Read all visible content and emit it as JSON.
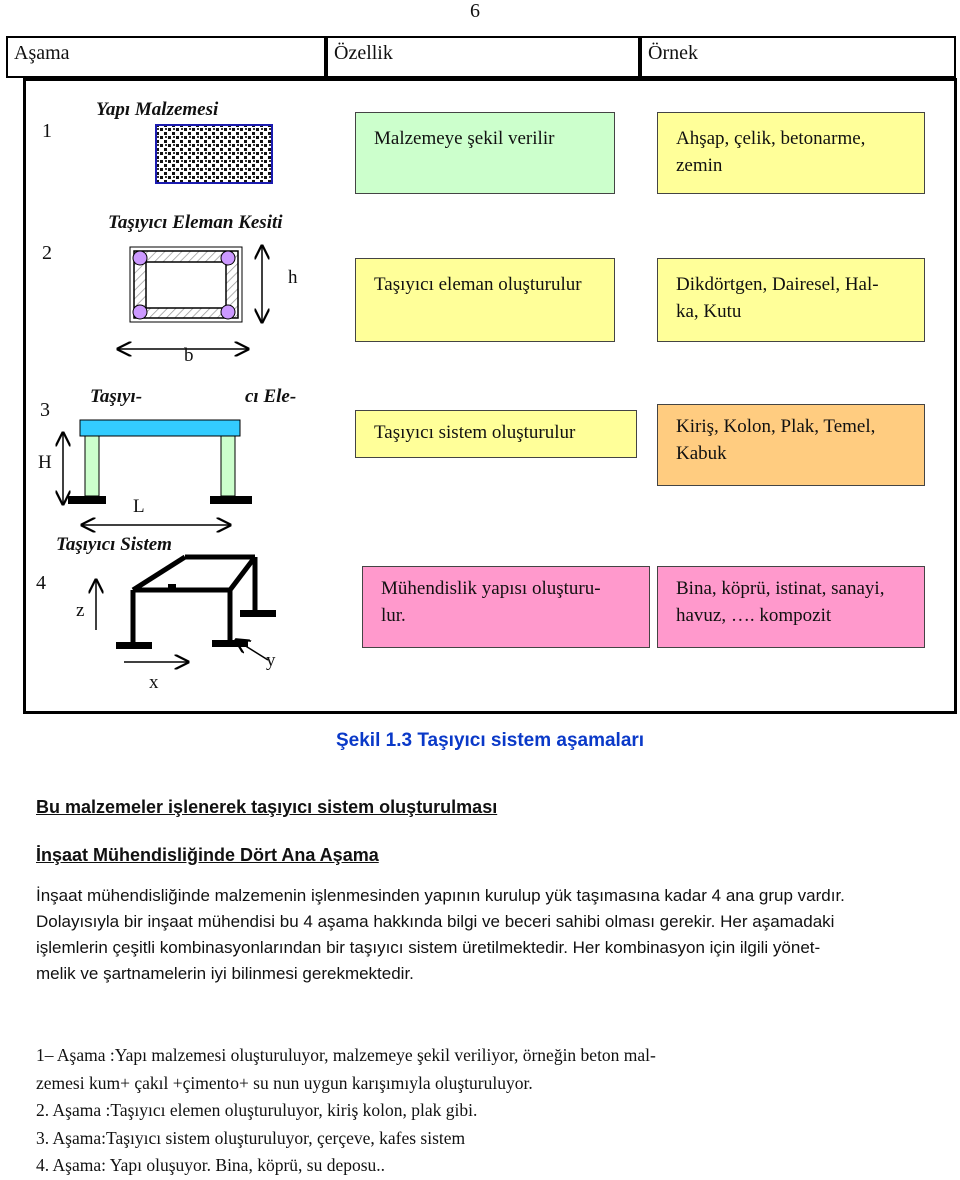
{
  "page_number": "6",
  "table": {
    "headers": [
      "Aşama",
      "Özellik",
      "Örnek"
    ],
    "rows": [
      {
        "num": "1",
        "label": "Yapı Malzemesi",
        "property": "Malzemeye şekil verilir",
        "example_lines": [
          "Ahşap, çelik, betonarme,",
          "zemin"
        ]
      },
      {
        "num": "2",
        "label": "Taşıyıcı Eleman Kesiti",
        "property": "Taşıyıcı eleman oluşturulur",
        "example_lines": [
          "Dikdörtgen, Dairesel, Hal-",
          "ka, Kutu"
        ]
      },
      {
        "num": "3",
        "label_a": "Taşıyı-",
        "label_b": "cı Ele-",
        "property": "Taşıyıcı sistem oluşturulur",
        "example_lines": [
          "Kiriş, Kolon, Plak, Temel,",
          "Kabuk"
        ]
      },
      {
        "num": "4",
        "label": "Taşıyıcı Sistem",
        "property_lines": [
          "Mühendislik yapısı oluşturu-",
          "lur."
        ],
        "example_lines": [
          "Bina, köprü, istinat, sanayi,",
          "havuz, …. kompozit"
        ]
      }
    ],
    "diagram_labels": {
      "h": "h",
      "b": "b",
      "H": "H",
      "L": "L",
      "z": "z",
      "y": "y",
      "x": "x"
    }
  },
  "caption": "Şekil 1.3  Taşıyıcı sistem aşamaları",
  "heading1": "Bu malzemeler işlenerek taşıyıcı sistem oluşturulması",
  "heading2": "İnşaat Mühendisliğinde Dört Ana Aşama",
  "paragraph_lines": [
    "İnşaat mühendisliğinde malzemenin işlenmesinden yapının kurulup yük taşımasına kadar 4 ana grup vardır.",
    "Dolayısıyla bir inşaat mühendisi bu 4 aşama hakkında bilgi ve beceri sahibi olması gerekir. Her aşamadaki",
    "işlemlerin çeşitli kombinasyonlarından bir taşıyıcı sistem üretilmektedir. Her kombinasyon için ilgili yönet-",
    "melik ve şartnamelerin iyi bilinmesi gerekmektedir."
  ],
  "steps": [
    "1– Aşama :Yapı malzemesi oluşturuluyor, malzemeye şekil veriliyor, örneğin beton mal-",
    "zemesi kum+ çakıl +çimento+ su nun uygun karışımıyla oluşturuluyor.",
    "2. Aşama :Taşıyıcı elemen oluşturuluyor, kiriş kolon, plak gibi.",
    "3. Aşama:Taşıyıcı sistem oluşturuluyor, çerçeve,  kafes sistem",
    "4. Aşama: Yapı oluşuyor. Bina, köprü, su deposu.."
  ],
  "colors": {
    "yellow": "#ffff99",
    "green": "#ccffcc",
    "orange": "#ffcc80",
    "pink": "#ff99cc",
    "caption": "#0a39c8",
    "beam": "#33ccff"
  }
}
